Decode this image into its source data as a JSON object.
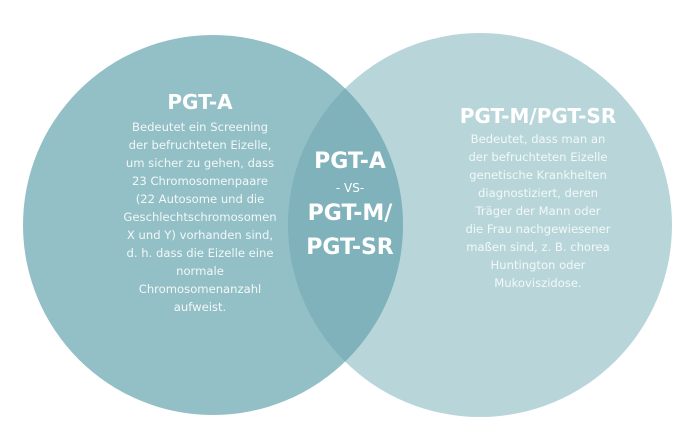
{
  "colors": {
    "left_circle": "#93bfc6",
    "right_circle": "#b8d6d9",
    "overlap": "#7fb2bb",
    "text": "#ffffff"
  },
  "left": {
    "title": "PGT-A",
    "lines": [
      "Bedeutet ein Screening",
      "der befruchteten Eizelle,",
      "um sicher zu gehen, dass",
      "23 Chromosomenpaare",
      "(22 Autosome und die",
      "Geschlechtschromosomen",
      "X und Y) vorhanden sind,",
      "d. h. dass die Eizelle eine",
      "normale",
      "Chromosomenanzahl",
      "aufweist."
    ]
  },
  "center": {
    "line1": "PGT-A",
    "vs": "- VS-",
    "line2": "PGT-M/",
    "line3": "PGT-SR"
  },
  "right": {
    "title": "PGT-M/PGT-SR",
    "lines": [
      "Bedeutet, dass man an",
      "der befruchteten Eizelle",
      "genetische Krankhelten",
      "diagnostiziert, deren",
      "Träger der Mann oder",
      "die Frau nachgewiesener",
      "maßen sind, z. B. chorea",
      "Huntington oder",
      "Mukoviszidose."
    ]
  }
}
